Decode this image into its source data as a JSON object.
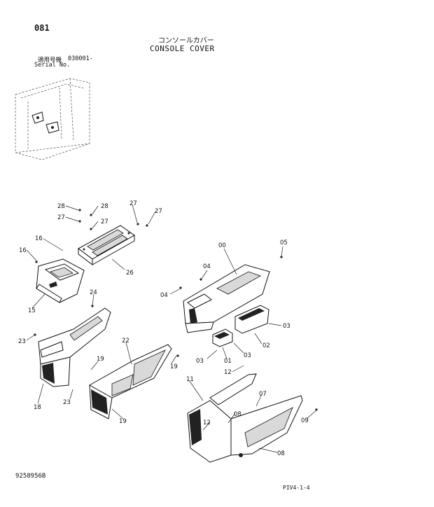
{
  "header": {
    "page_number": "081",
    "title_jp": "コンソールカバー",
    "title_en": "CONSOLE COVER",
    "serial_label_jp": "適用号機",
    "serial_value": "030001-",
    "serial_label_en": "Serial No."
  },
  "footer": {
    "document_number": "9258956B",
    "page_reference": "PIV4-1-4"
  },
  "callouts": {
    "c28a": "28",
    "c28b": "28",
    "c27a": "27",
    "c27b": "27",
    "c27c": "27",
    "c27d": "27",
    "c16a": "16",
    "c16b": "16",
    "c26": "26",
    "c15": "15",
    "c24": "24",
    "c23a": "23",
    "c23b": "23",
    "c18": "18",
    "c22": "22",
    "c19a": "19",
    "c19b": "19",
    "c19c": "19",
    "c00": "00",
    "c05": "05",
    "c04a": "04",
    "c04b": "04",
    "c03a": "03",
    "c03b": "03",
    "c03c": "03",
    "c02": "02",
    "c01": "01",
    "c12a": "12",
    "c12b": "12",
    "c11": "11",
    "c07": "07",
    "c08a": "08",
    "c08b": "08",
    "c09": "09"
  }
}
